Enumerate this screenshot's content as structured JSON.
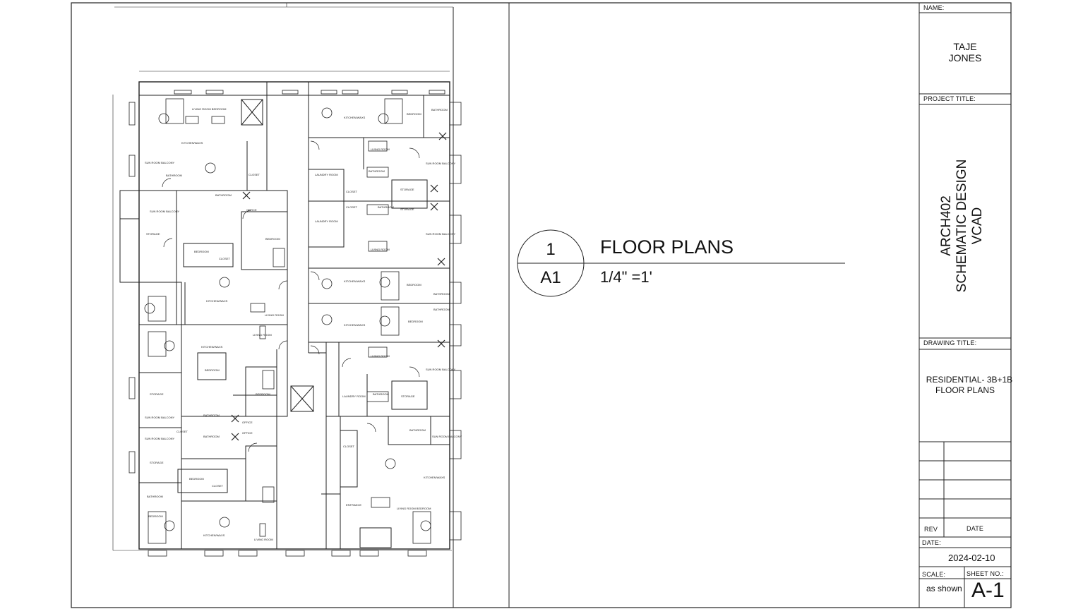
{
  "title_block": {
    "name_label": "NAME:",
    "name_line1": "TAJE",
    "name_line2": "JONES",
    "project_title_label": "PROJECT TITLE:",
    "project_line1": "ARCH402",
    "project_line2": "SCHEMATIC DESIGN",
    "project_line3": "VCAD",
    "drawing_title_label": "DRAWING TITLE:",
    "drawing_line1": "RESIDENTIAL- 3B+1B",
    "drawing_line2": "FLOOR PLANS",
    "rev_label": "REV",
    "date_col_label": "DATE",
    "date_label": "DATE:",
    "date_value": "2024-02-10",
    "scale_label": "SCALE:",
    "sheet_no_label": "SHEET NO.:",
    "scale_value": "as shown",
    "sheet_no_value": "A-1"
  },
  "drawing_tag": {
    "number": "1",
    "sheet": "A1",
    "title": "FLOOR PLANS",
    "scale": "1/4\" =1'"
  },
  "room_labels": {
    "living_bedroom": "LIVING ROOM BEDROOM",
    "kitchen": "KITCHEN/WAXS",
    "sun_room": "SUN ROOM BALCONY",
    "bathroom": "BATHROOM",
    "closet": "CLOSET",
    "office": "OFFICE",
    "bedroom": "BEDROOM",
    "storage": "STORAGE",
    "living_room": "LIVING ROOM",
    "laundry": "LAUNDRY ROOM",
    "entrance": "ENTRANCE"
  }
}
